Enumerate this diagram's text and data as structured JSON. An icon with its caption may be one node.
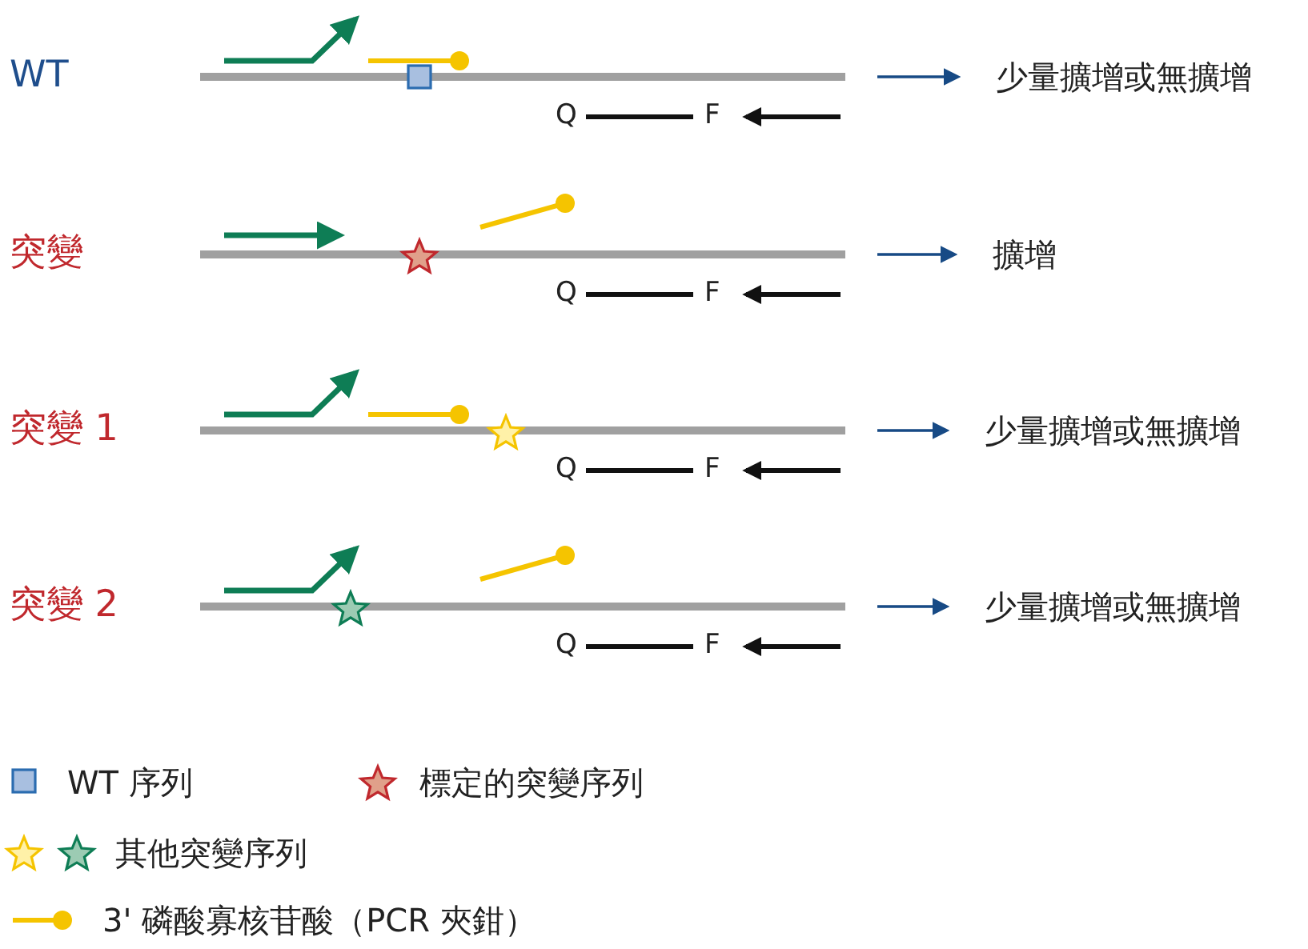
{
  "diagram": {
    "nodes": [
      {
        "text": [
          "少量擴增或無擴增"
        ]
      },
      {
        "text": [
          "擴增"
        ]
      },
      {
        "text": [
          "少量擴增或無擴增"
        ]
      },
      {
        "text": [
          "少量擴增或無擴增"
        ]
      }
    ],
    "edges": [
      {
        "from": null,
        "to": 0,
        "arrow": "to"
      },
      {
        "from": null,
        "to": 1,
        "arrow": "to"
      },
      {
        "from": null,
        "to": 2,
        "arrow": "to"
      },
      {
        "from": null,
        "to": 3,
        "arrow": "to"
      }
    ],
    "labels": [
      "WT",
      "Q",
      "F",
      "突變",
      "Q",
      "F",
      "突變 1",
      "Q",
      "F",
      "突變 2",
      "Q",
      "F"
    ],
    "legend": [
      {
        "text": "WT 序列"
      },
      {
        "text": "標定的突變序列"
      },
      {
        "text": "其他突變序列"
      },
      {
        "text": "3' 磷酸寡核苷酸（PCR 夾鉗）"
      }
    ]
  }
}
